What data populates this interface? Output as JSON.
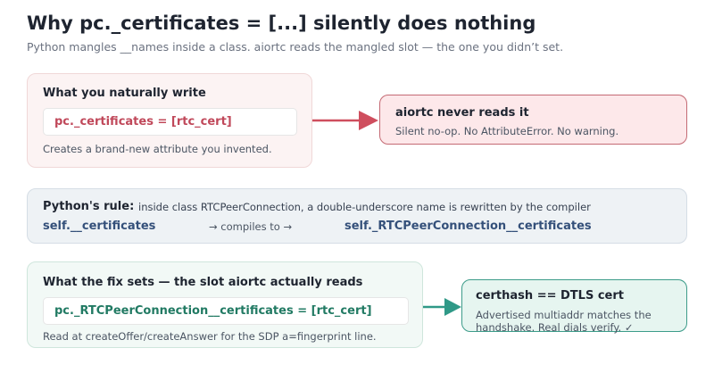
{
  "header": {
    "title": "Why pc._certificates = [...] silently does nothing",
    "subtitle": "Python mangles __names inside a class. aiortc reads the mangled slot — the one you didn’t set."
  },
  "problem": {
    "heading": "What you naturally write",
    "code": "pc._certificates = [rtc_cert]",
    "note": "Creates a brand-new attribute you invented."
  },
  "result": {
    "heading": "aiortc never reads it",
    "note": "Silent no-op. No AttributeError. No warning."
  },
  "rule": {
    "label": "Python's rule:",
    "text": "inside class RTCPeerConnection, a double-underscore name is rewritten by the compiler",
    "from": "self.__certificates",
    "arrow_text": "→ compiles to →",
    "to": "self._RTCPeerConnection__certificates"
  },
  "fix": {
    "heading": "What the fix sets — the slot aiortc actually reads",
    "code": "pc._RTCPeerConnection__certificates = [rtc_cert]",
    "note": "Read at createOffer/createAnswer for the SDP a=fingerprint line."
  },
  "ok": {
    "heading": "certhash == DTLS cert",
    "note_line1": "Advertised multiaddr matches the",
    "note_line2": "handshake. Real dials verify. ✓"
  },
  "colors": {
    "problem_red": "#c0485a",
    "fix_green": "#217a63",
    "rule_blue": "#34507a",
    "arrow_red": "#cf4e5e",
    "arrow_teal": "#2f9987"
  }
}
